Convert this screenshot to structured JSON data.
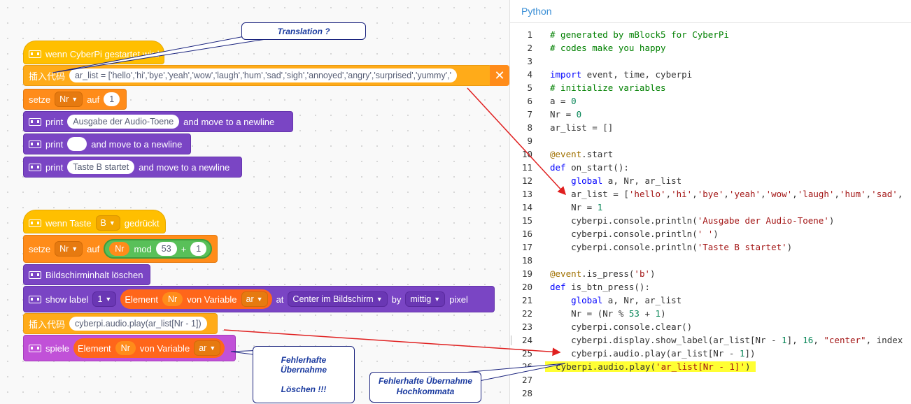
{
  "panel": {
    "title": "Python"
  },
  "script1": {
    "hat": "wenn CyberPi gestartet wird",
    "insert_label": "插入代码",
    "insert_code": "ar_list = ['hello','hi','bye','yeah','wow','laugh','hum','sad','sigh','annoyed','angry','surprised','yummy','",
    "close_symbol": "✕",
    "set_label": "setze",
    "set_var": "Nr",
    "set_to": "auf",
    "set_value": "1",
    "print_label": "print",
    "print_suffix": "and move to a newline",
    "print1_value": "Ausgabe der Audio-Toene",
    "print2_value": "",
    "print3_value": "Taste B startet"
  },
  "script2": {
    "hat_prefix": "wenn Taste",
    "hat_key": "B",
    "hat_suffix": "gedrückt",
    "set_label": "setze",
    "set_var": "Nr",
    "set_to": "auf",
    "mod_var": "Nr",
    "mod_label": "mod",
    "mod_value": "53",
    "plus": "+",
    "plus_value": "1",
    "clear_label": "Bildschirminhalt löschen",
    "show_label": "show label",
    "show_num": "1",
    "element_label": "Element",
    "element_var": "Nr",
    "von_variable": "von Variable",
    "list_var": "ar",
    "at_label": "at",
    "position": "Center im Bildschirm",
    "by_label": "by",
    "size": "mittig",
    "pixel_label": "pixel",
    "insert_label": "插入代码",
    "insert_code": "cyberpi.audio.play(ar_list[Nr - 1])",
    "play_label": "spiele",
    "play_element": "Element",
    "play_var": "Nr",
    "play_von": "von Variable",
    "play_list": "ar"
  },
  "callouts": {
    "translation": "Translation ?",
    "error1_line1": "Fehlerhafte",
    "error1_line2": "Übernahme",
    "error1_line3": "Löschen !!!",
    "error2_line1": "Fehlerhafte Übernahme",
    "error2_line2": "Hochkommata"
  },
  "code": {
    "line_numbers": [
      "1",
      "2",
      "3",
      "4",
      "5",
      "6",
      "7",
      "8",
      "9",
      "10",
      "11",
      "12",
      "13",
      "14",
      "15",
      "16",
      "17",
      "18",
      "19",
      "20",
      "21",
      "22",
      "23",
      "24",
      "25",
      "26",
      "27",
      "28"
    ],
    "highlight_line": "26",
    "colors": {
      "highlight": "#ffff33",
      "arrow": "#e02020",
      "callout_border": "#1a237e"
    }
  }
}
